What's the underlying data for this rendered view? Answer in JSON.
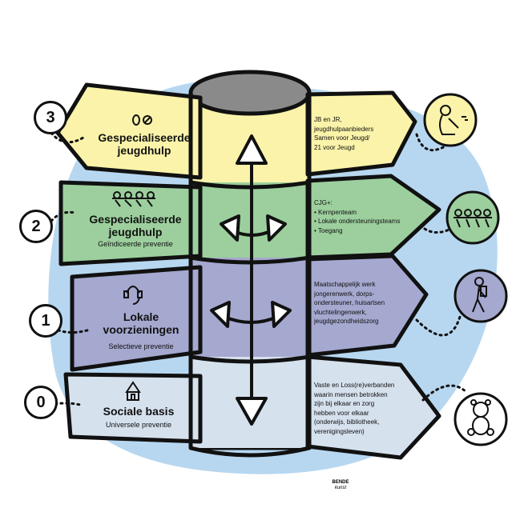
{
  "levels": [
    {
      "number": "3",
      "title_line1": "Gespecialiseerde",
      "title_line2": "jeugdhulp",
      "subtitle": "",
      "right_text": "JB en JR,\njeugdhulpaanbieders\nSamen voor Jeugd/\n21 voor Jeugd",
      "color": "#faf3a9",
      "left_icon": "no-symbols-icon",
      "right_icon": "sitting-person-icon"
    },
    {
      "number": "2",
      "title_line1": "Gespecialiseerde",
      "title_line2": "jeugdhulp",
      "subtitle": "Geïndiceerde preventie",
      "right_text": "CJG+:\n• Kernpenteam\n• Lokale ondersteuningsteams\n• Toegang",
      "color": "#9ccf9d",
      "left_icon": "people-group-icon",
      "right_icon": "people-group-icon"
    },
    {
      "number": "1",
      "title_line1": "Lokale",
      "title_line2": "voorzieningen",
      "subtitle": "Selectieve preventie",
      "right_text": "Maatschappelijk werk\njongerenwerk, dorps-\nondersteuner, huisartsen\nvluchtelingenwerk,\njeugdgezondheidszorg",
      "color": "#a5a8cf",
      "left_icon": "headset-icon",
      "right_icon": "hiker-icon"
    },
    {
      "number": "0",
      "title_line1": "Sociale basis",
      "title_line2": "",
      "subtitle": "Universele preventie",
      "right_text": "Vaste en Loss(re)verbanden\nwaarin mensen betrokken\nzijn bij elkaar en zorg\nhebben voor elkaar\n(onderwijs, bibliotheek,\nverenigingsleven)",
      "color": "#d6e1ee",
      "left_icon": "house-icon",
      "right_icon": "teddy-bear-icon"
    }
  ],
  "logo": {
    "line1": "BENDE",
    "line2": "kunst"
  },
  "colors": {
    "background_blob": "#b7d7f0",
    "outline": "#111111",
    "pole_top": "#8a8a8a"
  }
}
